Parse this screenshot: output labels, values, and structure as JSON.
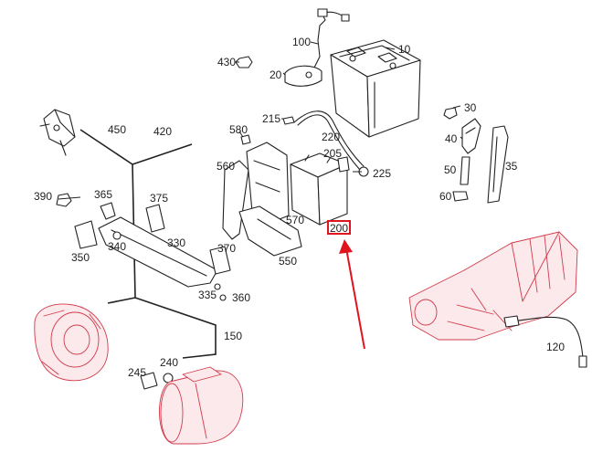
{
  "callouts": {
    "c100": "100",
    "c10": "10",
    "c430": "430",
    "c20": "20",
    "c450": "450",
    "c420": "420",
    "c580": "580",
    "c215": "215",
    "c220": "220",
    "c30": "30",
    "c40": "40",
    "c560": "560",
    "c205": "205",
    "c225": "225",
    "c50": "50",
    "c35": "35",
    "c390": "390",
    "c365": "365",
    "c375": "375",
    "c570": "570",
    "c60": "60",
    "c200": "200",
    "c340": "340",
    "c330": "330",
    "c350": "350",
    "c370": "370",
    "c550": "550",
    "c335": "335",
    "c360": "360",
    "c150": "150",
    "c240": "240",
    "c245": "245",
    "c120": "120"
  },
  "highlight": {
    "callout": "200",
    "box_color": "#e0141e",
    "arrow_color": "#e0141e"
  },
  "colors": {
    "line": "#222222",
    "part_highlight": "#d23a4a"
  }
}
